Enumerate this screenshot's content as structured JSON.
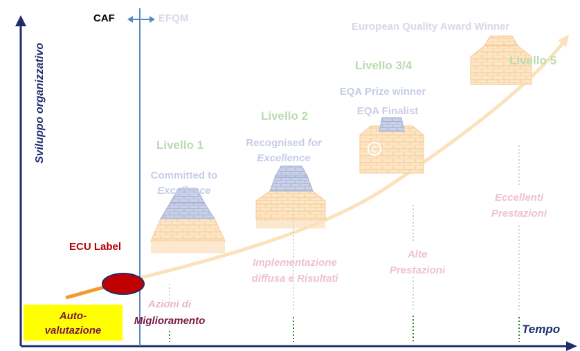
{
  "axes": {
    "y_label": "Sviluppo organizzativo",
    "x_label": "Tempo"
  },
  "header": {
    "caf": "CAF",
    "efqm": "EFQM",
    "eqa_winner": "European Quality Award  Winner"
  },
  "levels": {
    "l1": "Livello 1",
    "l2": "Livello 2",
    "l34": "Livello 3/4",
    "l5": "Livello 5"
  },
  "stages": {
    "committed_line1": "Committed to",
    "committed_line2": "Excellence",
    "recognised_line1": "Recognised ",
    "recognised_for": "for",
    "recognised_line2": "Excellence",
    "eqa_prize": "EQA Prize winner",
    "eqa_finalist": "EQA Finalist"
  },
  "outcomes": {
    "azioni_line1": "Azioni di",
    "azioni_line2": "Miglioramento",
    "impl_line1": "Implementazione",
    "impl_line2": "diffusa e Risultati",
    "alte_line1": "Alte",
    "alte_line2": "Prestazioni",
    "eccellenti_line1": "Eccellenti",
    "eccellenti_line2": "Prestazioni"
  },
  "badges": {
    "ecu_label": "ECU Label",
    "auto_line1": "Auto-",
    "auto_line2": "valutazione"
  },
  "colors": {
    "axis": "#1f2d6e",
    "caf_line": "#5b86c0",
    "curve": "#f7c98a",
    "curve_start": "#f29a2e",
    "level_green": "#9fc990",
    "stage_blue": "#aeb8de",
    "outcome_pink": "#e8b2c0",
    "ecu_red": "#c00000",
    "auto_yellow": "#ffff00",
    "dotted_green": "#2e8b2e"
  }
}
